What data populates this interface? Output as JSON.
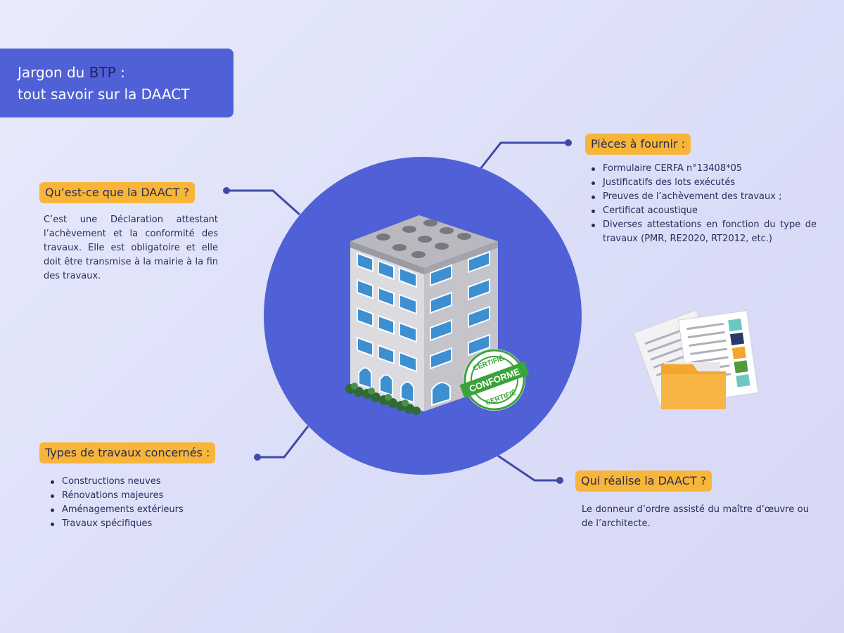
{
  "title": {
    "line1_prefix": "Jargon du ",
    "line1_btp": "BTP",
    "line1_suffix": " :",
    "line2": "tout savoir sur la DAACT"
  },
  "sections": {
    "what": {
      "heading": "Qu’est-ce que la DAACT ?",
      "text": "C’est une Déclaration attestant l’achèvement et la conformité des travaux. Elle est obligatoire et elle doit être transmise à la mairie à la fin des travaux."
    },
    "types": {
      "heading": "Types de travaux concernés :",
      "items": [
        "Constructions neuves",
        "Rénovations majeures",
        "Aménagements extérieurs",
        "Travaux spécifiques"
      ]
    },
    "documents": {
      "heading": "Pièces à fournir :",
      "items": [
        "Formulaire CERFA n°13408*05",
        "Justificatifs des lots exécutés",
        "Preuves de l’achèvement des travaux ;",
        "Certificat acoustique",
        "Diverses attestations en fonction du type de travaux (PMR, RE2020, RT2012, etc.)"
      ]
    },
    "who": {
      "heading": "Qui réalise la DAACT ?",
      "text": "Le donneur d’ordre assisté du maître d’œuvre ou de l’architecte."
    }
  },
  "stamp": {
    "top_text": "CERTIFIÉ",
    "center_text": "CONFORME",
    "bottom_text": "CERTIFIÉ"
  },
  "colors": {
    "circle": "#5060d6",
    "accent": "#f7b63a",
    "connector": "#3f4aa8",
    "stamp": "#3aa33a",
    "folder": "#f5a62e"
  },
  "icons": [
    "building-illustration",
    "certified-stamp-icon",
    "documents-folder-icon"
  ]
}
